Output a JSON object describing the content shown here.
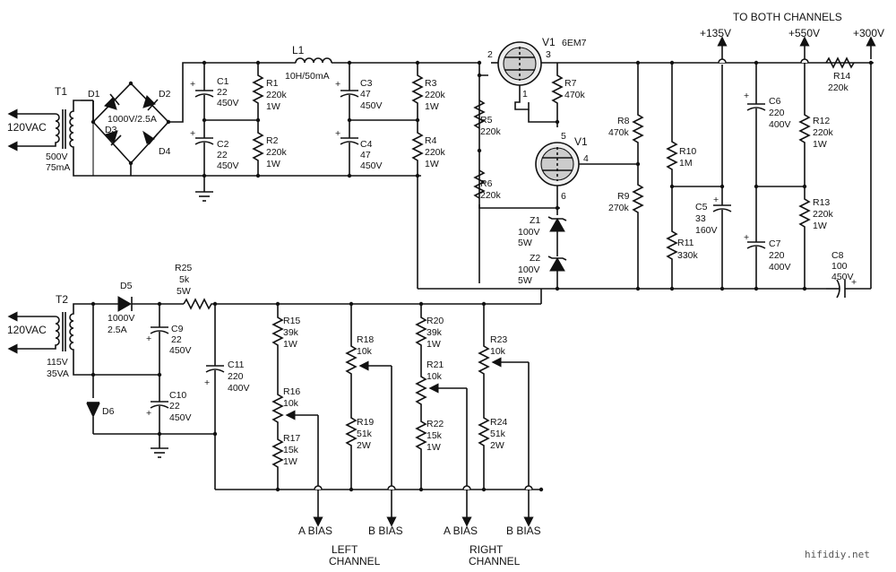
{
  "top_header": {
    "title": "TO BOTH CHANNELS",
    "rail_135": "+135V",
    "rail_550": "+550V",
    "rail_300": "+300V"
  },
  "transformers": {
    "t1": {
      "ref": "T1",
      "input": "120VAC",
      "sec_v": "500V",
      "sec_i": "75mA"
    },
    "t2": {
      "ref": "T2",
      "input": "120VAC",
      "sec_v": "115V",
      "sec_i": "35VA"
    }
  },
  "tubes": {
    "v1_top": {
      "ref": "V1",
      "type": "6EM7",
      "pin_a": "2",
      "pin_b": "1",
      "pin_c": "3"
    },
    "v1_bot": {
      "ref": "V1",
      "pin_a": "5",
      "pin_b": "4",
      "pin_c": "6"
    }
  },
  "diodes": {
    "d1": "D1",
    "d2": "D2",
    "d3": "D3",
    "d4": "D4",
    "bridge_rating": "1000V/2.5A",
    "d5": "D5",
    "d5_v": "1000V",
    "d5_a": "2.5A",
    "d6": "D6"
  },
  "inductor": {
    "ref": "L1",
    "value": "10H/50mA"
  },
  "capacitors": {
    "c1": {
      "ref": "C1",
      "v1": "22",
      "v2": "450V"
    },
    "c2": {
      "ref": "C2",
      "v1": "22",
      "v2": "450V"
    },
    "c3": {
      "ref": "C3",
      "v1": "47",
      "v2": "450V"
    },
    "c4": {
      "ref": "C4",
      "v1": "47",
      "v2": "450V"
    },
    "c5": {
      "ref": "C5",
      "v1": "33",
      "v2": "160V"
    },
    "c6": {
      "ref": "C6",
      "v1": "220",
      "v2": "400V"
    },
    "c7": {
      "ref": "C7",
      "v1": "220",
      "v2": "400V"
    },
    "c8": {
      "ref": "C8",
      "v1": "100",
      "v2": "450V"
    },
    "c9": {
      "ref": "C9",
      "v1": "22",
      "v2": "450V"
    },
    "c10": {
      "ref": "C10",
      "v1": "22",
      "v2": "450V"
    },
    "c11": {
      "ref": "C11",
      "v1": "220",
      "v2": "400V"
    }
  },
  "resistors": {
    "r1": {
      "ref": "R1",
      "v1": "220k",
      "v2": "1W"
    },
    "r2": {
      "ref": "R2",
      "v1": "220k",
      "v2": "1W"
    },
    "r3": {
      "ref": "R3",
      "v1": "220k",
      "v2": "1W"
    },
    "r4": {
      "ref": "R4",
      "v1": "220k",
      "v2": "1W"
    },
    "r5": {
      "ref": "R5",
      "v1": "220k"
    },
    "r6": {
      "ref": "R6",
      "v1": "220k"
    },
    "r7": {
      "ref": "R7",
      "v1": "470k"
    },
    "r8": {
      "ref": "R8",
      "v1": "470k"
    },
    "r9": {
      "ref": "R9",
      "v1": "270k"
    },
    "r10": {
      "ref": "R10",
      "v1": "1M"
    },
    "r11": {
      "ref": "R11",
      "v1": "330k"
    },
    "r12": {
      "ref": "R12",
      "v1": "220k",
      "v2": "1W"
    },
    "r13": {
      "ref": "R13",
      "v1": "220k",
      "v2": "1W"
    },
    "r14": {
      "ref": "R14",
      "v1": "220k"
    },
    "r15": {
      "ref": "R15",
      "v1": "39k",
      "v2": "1W"
    },
    "r16": {
      "ref": "R16",
      "v1": "10k"
    },
    "r17": {
      "ref": "R17",
      "v1": "15k",
      "v2": "1W"
    },
    "r18": {
      "ref": "R18",
      "v1": "10k"
    },
    "r19": {
      "ref": "R19",
      "v1": "51k",
      "v2": "2W"
    },
    "r20": {
      "ref": "R20",
      "v1": "39k",
      "v2": "1W"
    },
    "r21": {
      "ref": "R21",
      "v1": "10k"
    },
    "r22": {
      "ref": "R22",
      "v1": "15k",
      "v2": "1W"
    },
    "r23": {
      "ref": "R23",
      "v1": "10k"
    },
    "r24": {
      "ref": "R24",
      "v1": "51k",
      "v2": "2W"
    },
    "r25": {
      "ref": "R25",
      "v1": "5k",
      "v2": "5W"
    }
  },
  "zeners": {
    "z1": {
      "ref": "Z1",
      "v1": "100V",
      "v2": "5W"
    },
    "z2": {
      "ref": "Z2",
      "v1": "100V",
      "v2": "5W"
    }
  },
  "outputs": {
    "a_bias_left": "A BIAS",
    "b_bias_left": "B BIAS",
    "a_bias_right": "A BIAS",
    "b_bias_right": "B BIAS",
    "left_1": "LEFT",
    "left_2": "CHANNEL",
    "right_1": "RIGHT",
    "right_2": "CHANNEL"
  },
  "watermark": "hifidiy.net"
}
